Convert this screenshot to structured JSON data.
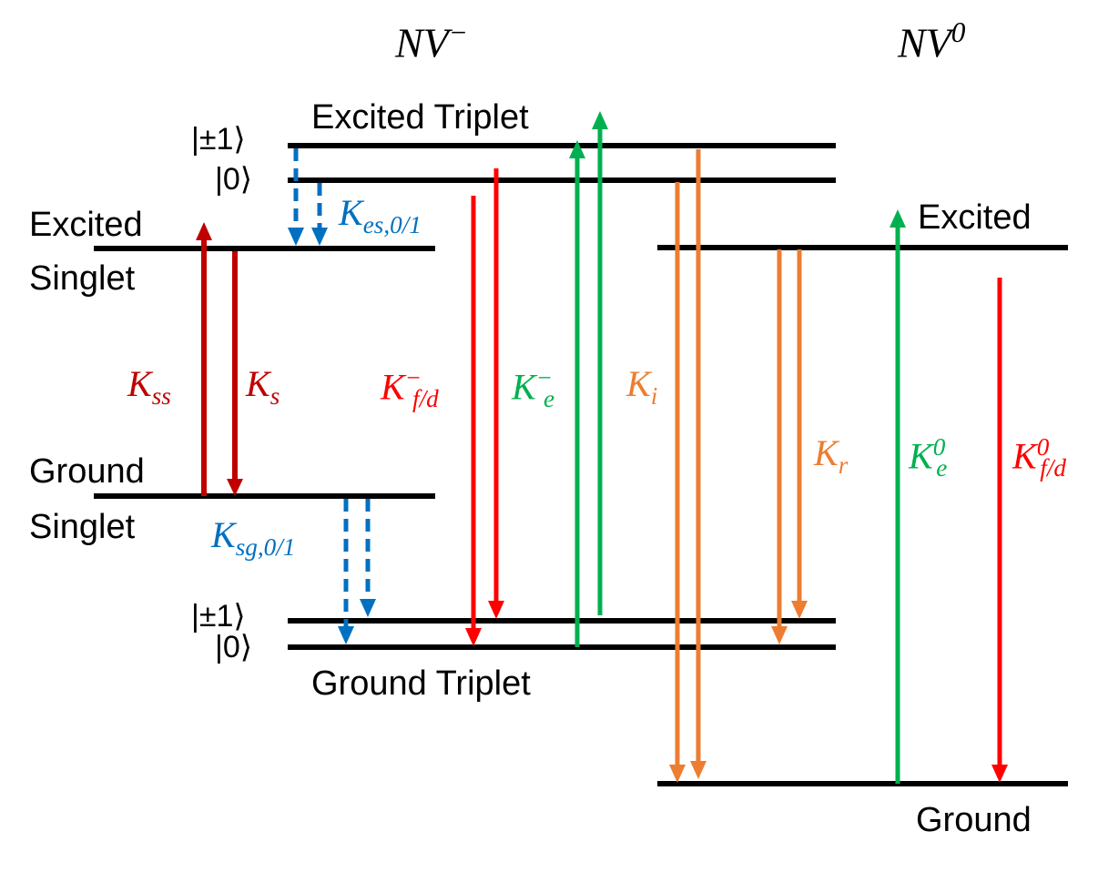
{
  "titles": {
    "nv_minus": {
      "base": "NV",
      "sup": "−"
    },
    "nv_zero": {
      "base": "NV",
      "sup": "0"
    }
  },
  "state_labels": {
    "excited_triplet": "Excited Triplet",
    "ground_triplet": "Ground Triplet",
    "excited_singlet_1": "Excited",
    "excited_singlet_2": "Singlet",
    "ground_singlet_1": "Ground",
    "ground_singlet_2": "Singlet",
    "nv0_excited": "Excited",
    "nv0_ground": "Ground"
  },
  "kets": {
    "es_pm1": "|±1⟩",
    "es_0": "|0⟩",
    "gs_pm1": "|±1⟩",
    "gs_0": "|0⟩"
  },
  "rates": {
    "kes": {
      "base": "K",
      "sub": "es,0/1",
      "color": "#0070C0"
    },
    "ksg": {
      "base": "K",
      "sub": "sg,0/1",
      "color": "#0070C0"
    },
    "kss": {
      "base": "K",
      "sub": "ss",
      "color": "#C00000"
    },
    "ks": {
      "base": "K",
      "sub": "s",
      "color": "#C00000"
    },
    "kfd_minus": {
      "base": "K",
      "sub": "f/d",
      "sup": "−",
      "color": "#FF0000"
    },
    "ke_minus": {
      "base": "K",
      "sub": "e",
      "sup": "−",
      "color": "#00B050"
    },
    "ki": {
      "base": "K",
      "sub": "i",
      "color": "#ED7D31"
    },
    "kr": {
      "base": "K",
      "sub": "r",
      "color": "#ED7D31"
    },
    "ke_zero": {
      "base": "K",
      "sub": "e",
      "sup": "0",
      "color": "#00B050"
    },
    "kfd_zero": {
      "base": "K",
      "sub": "f/d",
      "sup": "0",
      "color": "#FF0000"
    }
  },
  "colors": {
    "level": "#000000",
    "blue": "#0070C0",
    "darkred": "#C00000",
    "red": "#FF0000",
    "green": "#00B050",
    "orange": "#ED7D31"
  }
}
